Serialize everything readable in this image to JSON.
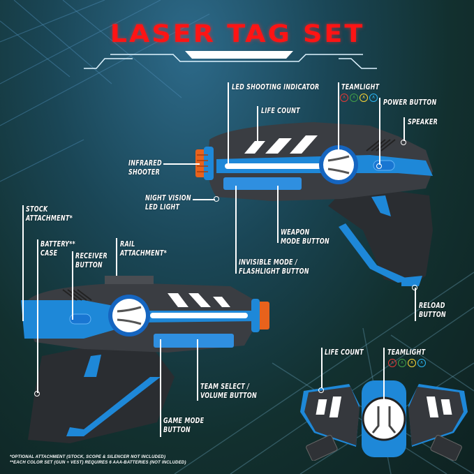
{
  "title": "LASER TAG SET",
  "colors": {
    "title_red": "#ff1414",
    "accent_blue": "#1e88d8",
    "body_dark": "#2c2f33",
    "muzzle_orange": "#e8621c",
    "team_red": "#e53935",
    "team_green": "#43a047",
    "team_yellow": "#fdd835",
    "team_blue": "#29b6f6"
  },
  "gun_top_labels": {
    "led_shooting_indicator": "LED SHOOTING INDICATOR",
    "life_count": "LIFE COUNT",
    "teamlight": "TEAMLIGHT",
    "power_button": "POWER BUTTON",
    "speaker": "SPEAKER",
    "infrared_shooter_1": "INFRARED",
    "infrared_shooter_2": "SHOOTER",
    "night_vision_1": "NIGHT VISION",
    "night_vision_2": "LED LIGHT",
    "weapon_mode_1": "WEAPON",
    "weapon_mode_2": "MODE BUTTON",
    "invisible_mode_1": "INVISIBLE MODE /",
    "invisible_mode_2": "FLASHLIGHT BUTTON",
    "reload_1": "RELOAD",
    "reload_2": "BUTTON"
  },
  "gun_bottom_labels": {
    "stock_1": "STOCK",
    "stock_2": "ATTACHMENT*",
    "battery_1": "BATTERY**",
    "battery_2": "CASE",
    "receiver_1": "RECEIVER",
    "receiver_2": "BUTTON",
    "rail_1": "RAIL",
    "rail_2": "ATTACHMENT*",
    "team_select_1": "TEAM SELECT /",
    "team_select_2": "VOLUME BUTTON",
    "game_mode_1": "GAME MODE",
    "game_mode_2": "BUTTON"
  },
  "vest_labels": {
    "life_count": "LIFE COUNT",
    "teamlight": "TEAMLIGHT"
  },
  "team_icons": [
    "red-team-icon",
    "green-team-icon",
    "yellow-team-icon",
    "blue-team-icon"
  ],
  "footnotes": {
    "line1": "*OPTIONAL ATTACHMENT (STOCK, SCOPE & SILENCER NOT INCLUDED)",
    "line2": "**EACH COLOR SET (GUN + VEST) REQUIRES 6 AAA-BATTERIES (NOT INCLUDED)"
  }
}
